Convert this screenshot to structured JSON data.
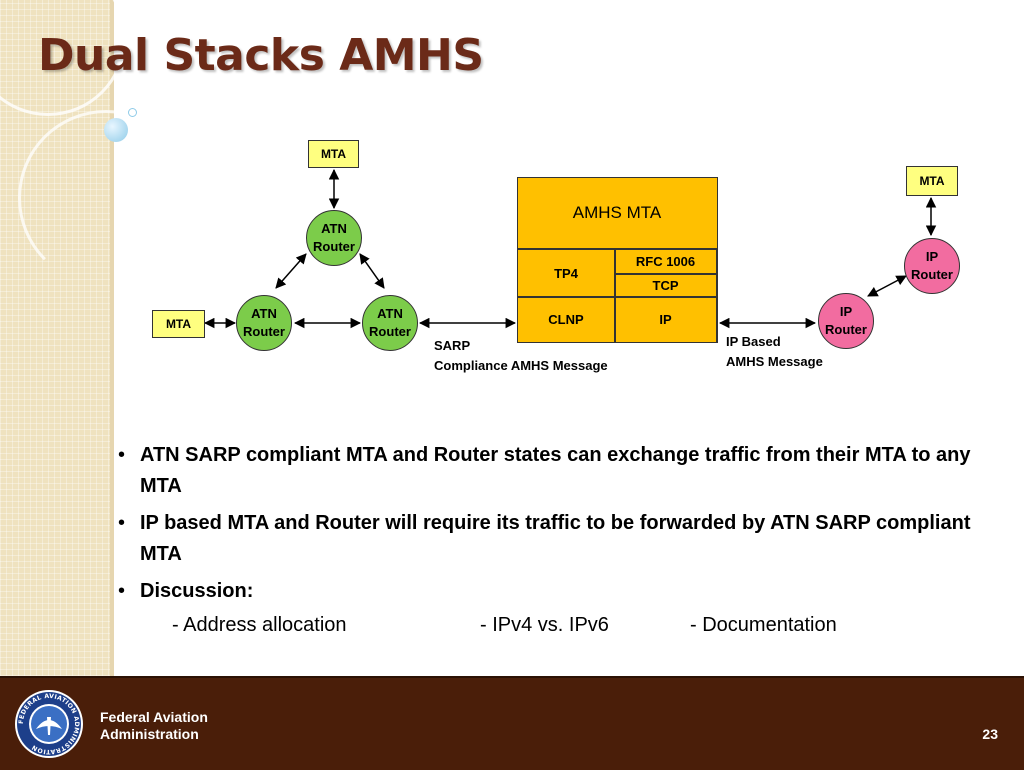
{
  "slide": {
    "title": "Dual Stacks AMHS",
    "page_number": "23"
  },
  "diagram": {
    "mta_top": "MTA",
    "mta_left": "MTA",
    "mta_right": "MTA",
    "atn_router_top": [
      "ATN",
      "Router"
    ],
    "atn_router_left": [
      "ATN",
      "Router"
    ],
    "atn_router_right": [
      "ATN",
      "Router"
    ],
    "ip_router_upper": [
      "IP",
      "Router"
    ],
    "ip_router_lower": [
      "IP",
      "Router"
    ],
    "stack": {
      "title": "AMHS MTA",
      "tp4": "TP4",
      "clnp": "CLNP",
      "rfc1006": "RFC 1006",
      "tcp": "TCP",
      "ip": "IP"
    },
    "sarp_label": [
      "SARP",
      "Compliance AMHS Message"
    ],
    "ip_label": [
      "IP Based",
      "AMHS Message"
    ]
  },
  "bullets": [
    "ATN SARP compliant MTA and Router states can exchange traffic from their MTA to any MTA",
    "IP based MTA and Router will require its traffic to be forwarded by ATN SARP compliant MTA",
    "Discussion:"
  ],
  "bullet_marker": "•",
  "discussion_items": [
    "- Address allocation",
    "- IPv4 vs. IPv6",
    "- Documentation"
  ],
  "footer": {
    "agency_line1": "Federal Aviation",
    "agency_line2": "Administration",
    "seal_text": "FEDERAL AVIATION ADMINISTRATION"
  },
  "colors": {
    "title": "#6b2a18",
    "mta_box": "#ffff80",
    "atn_router": "#7ccc4a",
    "ip_router": "#f26ca0",
    "stack": "#ffc000",
    "footer": "#4a1e09"
  }
}
